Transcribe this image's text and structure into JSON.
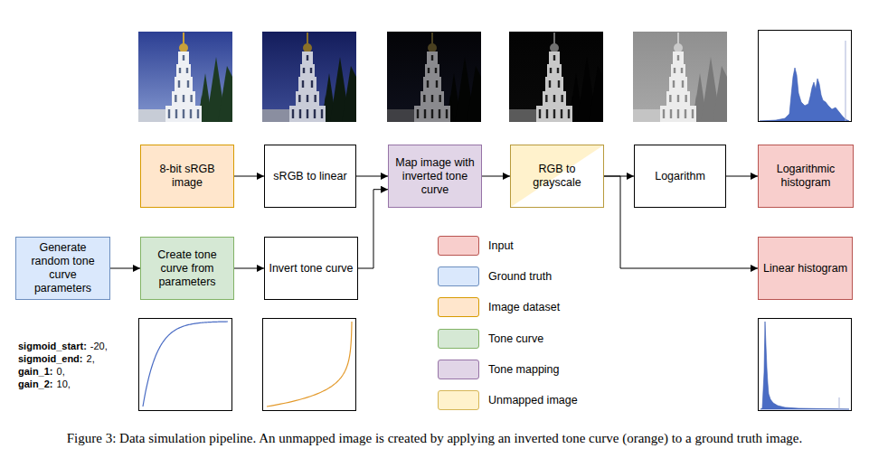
{
  "diagram": {
    "caption": "Figure 3: Data simulation pipeline. An unmapped image is created by applying an inverted tone curve (orange) to a ground truth image.",
    "nodes": [
      {
        "text": [
          "8-bit sRGB image"
        ]
      },
      {
        "text": [
          "sRGB to linear"
        ]
      },
      {
        "text": [
          "Map image with inverted tone curve"
        ]
      },
      {
        "text": [
          "RGB to grayscale"
        ]
      },
      {
        "text": [
          "Logarithm"
        ]
      },
      {
        "text": [
          "Logarithmic histogram"
        ]
      },
      {
        "text": [
          "Generate random tone curve parameters"
        ]
      },
      {
        "text": [
          "Create tone curve from parameters"
        ]
      },
      {
        "text": [
          "Invert tone curve"
        ]
      },
      {
        "text": [
          "Linear histogram"
        ]
      }
    ],
    "edges": [
      {
        "from": 0,
        "to": 1,
        "arrow": "to"
      },
      {
        "from": 1,
        "to": 2,
        "arrow": "to"
      },
      {
        "from": 8,
        "to": 2,
        "arrow": "to"
      },
      {
        "from": 2,
        "to": 3,
        "arrow": "to"
      },
      {
        "from": 3,
        "to": 4,
        "arrow": "to"
      },
      {
        "from": 4,
        "to": 5,
        "arrow": "to"
      },
      {
        "from": 3,
        "to": 9,
        "arrow": "to"
      },
      {
        "from": 6,
        "to": 7,
        "arrow": "to"
      },
      {
        "from": 7,
        "to": 8,
        "arrow": "to"
      }
    ],
    "labels": [
      "sigmoid_start:",
      "-20,",
      "sigmoid_end:",
      "2,",
      "gain_1:",
      "0,",
      "gain_2:",
      "10,"
    ],
    "legend": [
      {
        "text": "Input",
        "color": "#f8cecc"
      },
      {
        "text": "Ground truth",
        "color": "#dae8fc"
      },
      {
        "text": "Image dataset",
        "color": "#ffe6cc"
      },
      {
        "text": "Tone curve",
        "color": "#d5e8d4"
      },
      {
        "text": "Tone mapping",
        "color": "#e1d5e7"
      },
      {
        "text": "Unmapped image",
        "color": "#fff2cc"
      }
    ]
  }
}
